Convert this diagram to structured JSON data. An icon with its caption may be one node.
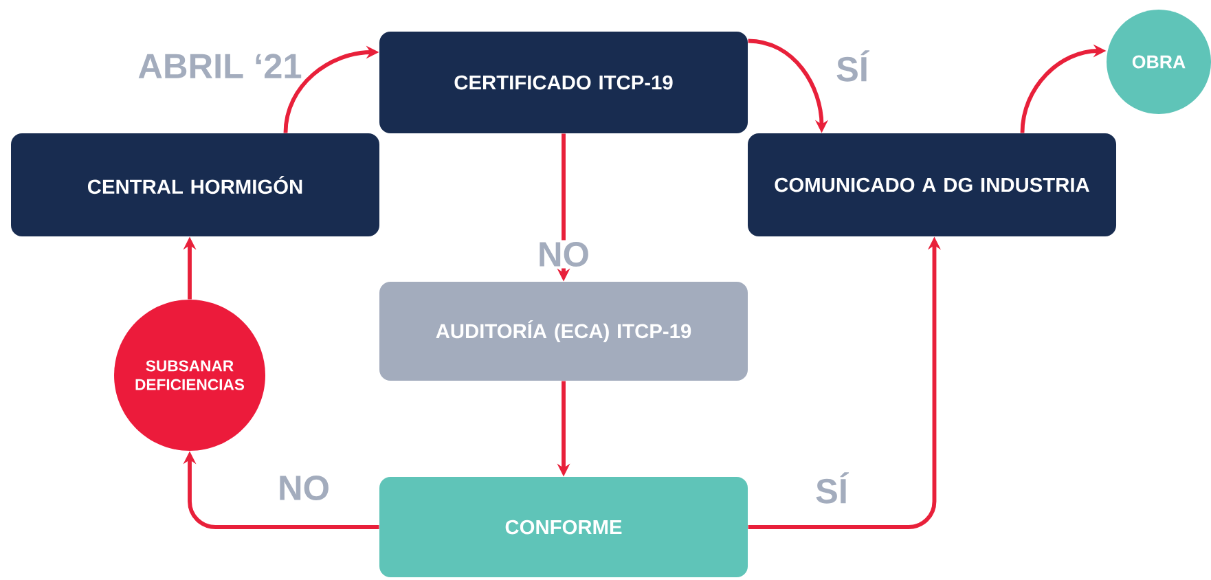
{
  "diagram": {
    "nodes": [
      {
        "text": [
          "CENTRAL HORMIGÓN"
        ]
      },
      {
        "text": [
          "CERTIFICADO ITCP-19"
        ]
      },
      {
        "text": [
          "COMUNICADO A DG INDUSTRIA"
        ]
      },
      {
        "text": [
          "OBRA"
        ]
      },
      {
        "text": [
          "AUDITORÍA (ECA) ITCP-19"
        ]
      },
      {
        "text": [
          "CONFORME"
        ]
      },
      {
        "text": [
          "SUBSANAR DEFICIENCIAS"
        ]
      }
    ],
    "edges": [
      {
        "from": 0,
        "to": 1,
        "arrow": "to",
        "label": "ABRIL ‘21"
      },
      {
        "from": 1,
        "to": 2,
        "arrow": "to",
        "label": "SÍ"
      },
      {
        "from": 2,
        "to": 3,
        "arrow": "to"
      },
      {
        "from": 1,
        "to": 4,
        "arrow": "to",
        "label": "NO"
      },
      {
        "from": 4,
        "to": 5,
        "arrow": "to"
      },
      {
        "from": 5,
        "to": 6,
        "arrow": "to",
        "label": "NO"
      },
      {
        "from": 5,
        "to": 2,
        "arrow": "to",
        "label": "SÍ"
      },
      {
        "from": 6,
        "to": 0,
        "arrow": "to"
      }
    ]
  }
}
